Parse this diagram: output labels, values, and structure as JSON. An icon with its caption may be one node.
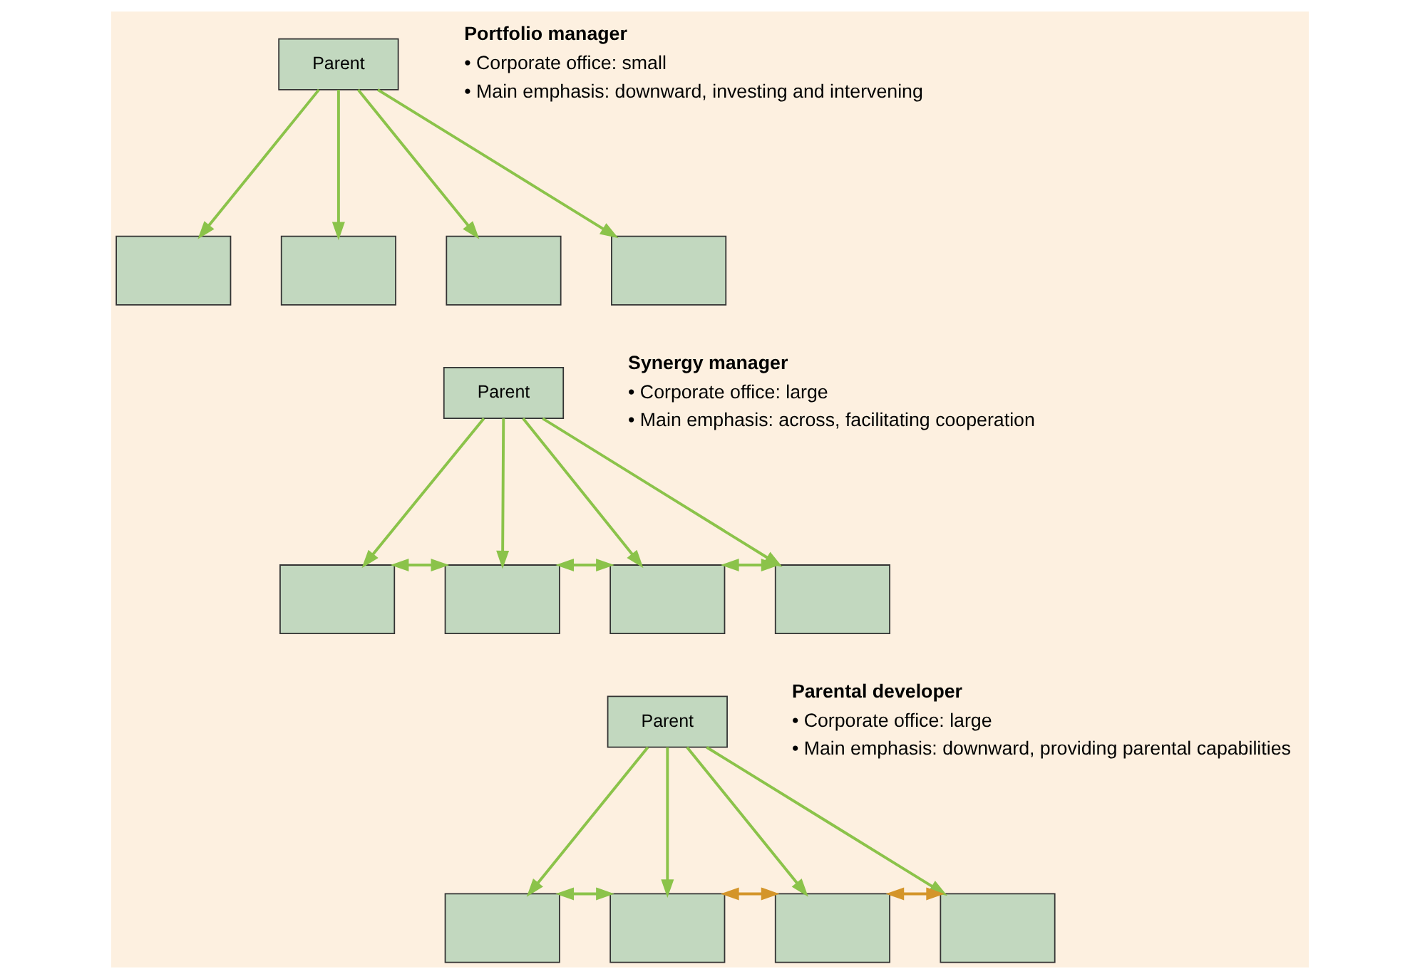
{
  "diagram": {
    "nodes": [
      {
        "text": [
          "Parent"
        ]
      },
      {
        "text": [],
        "shape": "box"
      },
      {
        "text": [],
        "shape": "box"
      },
      {
        "text": [],
        "shape": "box"
      },
      {
        "text": [],
        "shape": "box"
      },
      {
        "text": [
          "Parent"
        ]
      },
      {
        "text": [],
        "shape": "box"
      },
      {
        "text": [],
        "shape": "box"
      },
      {
        "text": [],
        "shape": "box"
      },
      {
        "text": [],
        "shape": "box"
      },
      {
        "text": [
          "Parent"
        ]
      },
      {
        "text": [],
        "shape": "box"
      },
      {
        "text": [],
        "shape": "box"
      },
      {
        "text": [],
        "shape": "box"
      },
      {
        "text": [],
        "shape": "box"
      }
    ],
    "edges": [
      {
        "from": 0,
        "to": 1,
        "arrow": "to"
      },
      {
        "from": 0,
        "to": 2,
        "arrow": "to"
      },
      {
        "from": 0,
        "to": 3,
        "arrow": "to"
      },
      {
        "from": 0,
        "to": 4,
        "arrow": "to"
      },
      {
        "from": 5,
        "to": 6,
        "arrow": "to"
      },
      {
        "from": 5,
        "to": 7,
        "arrow": "to"
      },
      {
        "from": 5,
        "to": 8,
        "arrow": "to"
      },
      {
        "from": 5,
        "to": 9,
        "arrow": "to"
      },
      {
        "from": 6,
        "to": 7,
        "arrow": "both"
      },
      {
        "from": 7,
        "to": 8,
        "arrow": "both"
      },
      {
        "from": 8,
        "to": 9,
        "arrow": "both"
      },
      {
        "from": 10,
        "to": 11,
        "arrow": "to"
      },
      {
        "from": 10,
        "to": 12,
        "arrow": "to"
      },
      {
        "from": 10,
        "to": 13,
        "arrow": "to"
      },
      {
        "from": 10,
        "to": 14,
        "arrow": "to"
      },
      {
        "from": 11,
        "to": 12,
        "arrow": "both"
      },
      {
        "from": 12,
        "to": 13,
        "arrow": "both",
        "color": "#d4952a"
      },
      {
        "from": 13,
        "to": 14,
        "arrow": "both",
        "color": "#d4952a"
      }
    ],
    "labels": [
      "Portfolio manager",
      "• Corporate office: small",
      "• Main emphasis: downward, investing and intervening",
      "Synergy manager",
      "• Corporate office: large",
      "• Main emphasis: across, facilitating cooperation",
      "Parental developer",
      "• Corporate office: large",
      "• Main emphasis: downward, providing parental capabilities"
    ]
  }
}
